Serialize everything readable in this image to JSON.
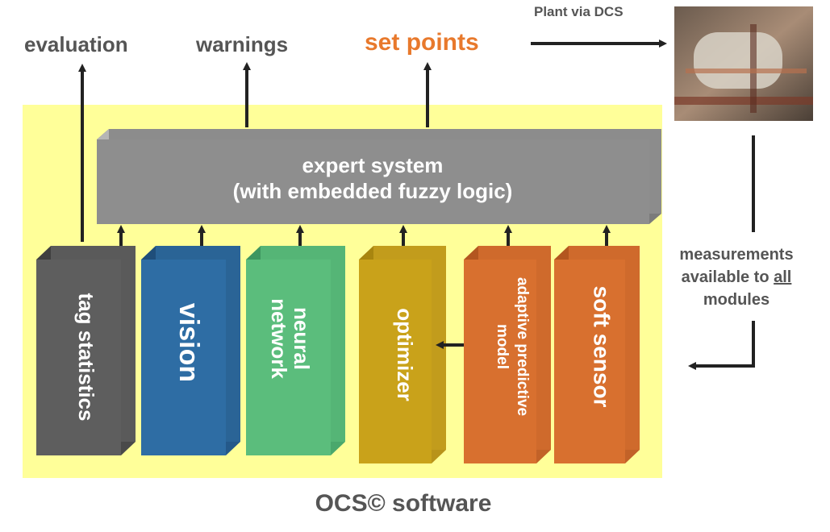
{
  "outputs": {
    "evaluation": "evaluation",
    "warnings": "warnings",
    "set_points": "set points"
  },
  "plant_label": "Plant via DCS",
  "expert_system": {
    "line1": "expert system",
    "line2": "(with embedded fuzzy logic)"
  },
  "modules": {
    "tag_statistics": "tag statistics",
    "vision": "vision",
    "neural_network_line1": "neural",
    "neural_network_line2": "network",
    "optimizer": "optimizer",
    "adaptive_line1": "adaptive predictive",
    "adaptive_line2": "model",
    "soft_sensor": "soft sensor"
  },
  "measurements": {
    "line1": "measurements",
    "line2_prefix": "available to ",
    "line2_emph": "all",
    "line3": "modules"
  },
  "footer": "OCS© software",
  "colors": {
    "panel": "#ffff99",
    "expert_top": "#b5b5b5",
    "expert_front": "#8c8c8c",
    "tag_statistics": "#595959",
    "vision": "#2e6da4",
    "neural_network": "#5bbd7c",
    "optimizer": "#c9a21a",
    "adaptive": "#d8702f",
    "soft_sensor": "#d8702f",
    "set_points_text": "#e8792c",
    "arrow": "#222222"
  }
}
